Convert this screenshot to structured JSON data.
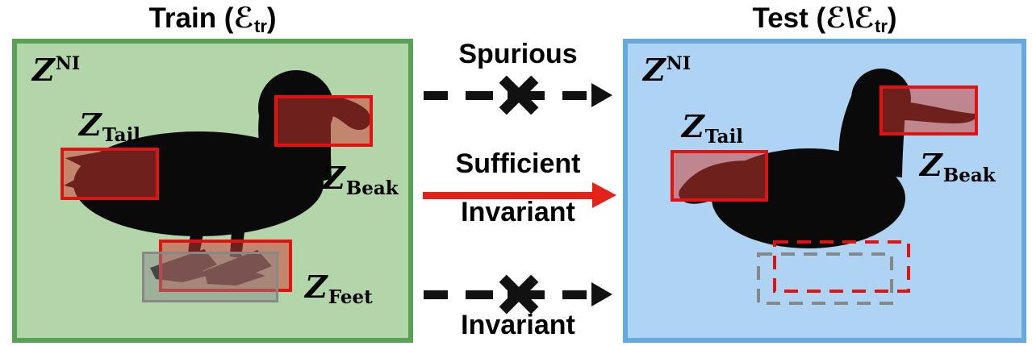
{
  "figure": {
    "type": "paper-figure-diagram",
    "topic": "Train vs Test environments: spurious, sufficient invariant, and invariant features on a duck example"
  },
  "colors": {
    "train_border": "#58a353",
    "train_background": "#b3d5aa",
    "test_border": "#66a9de",
    "test_background": "#afd4f3",
    "highlight_red": "#e01212",
    "highlight_red_fill": "rgba(210,55,45,0.5)",
    "overlay_gray": "#878787",
    "arrow_red": "#e3231a",
    "arrow_black": "#111111",
    "text": "#000000"
  },
  "train": {
    "title": {
      "prefix": "Train (",
      "env_symbol": "ℰ",
      "env_sub": "tr",
      "suffix": ")"
    },
    "zni": {
      "base": "Z",
      "sup": "NI"
    },
    "tail_label": {
      "base": "Z",
      "sub": "Tail"
    },
    "beak_label": {
      "base": "Z",
      "sub": "Beak"
    },
    "feet_label": {
      "base": "Z",
      "sub": "Feet"
    }
  },
  "test": {
    "title": {
      "prefix": "Test (",
      "env_symbol": "ℰ",
      "setminus": "\\",
      "env_symbol2": "ℰ",
      "env_sub": "tr",
      "suffix": ")"
    },
    "zni": {
      "base": "Z",
      "sup": "NI"
    },
    "tail_label": {
      "base": "Z",
      "sub": "Tail"
    },
    "beak_label": {
      "base": "Z",
      "sub": "Beak"
    }
  },
  "arrows": {
    "spurious": {
      "label": "Spurious",
      "style": "dashed-crossed-out"
    },
    "sufficient_invariant": {
      "label_top": "Sufficient",
      "label_bottom": "Invariant",
      "style": "solid-red"
    },
    "invariant": {
      "label": "Invariant",
      "style": "dashed-crossed-out"
    }
  }
}
